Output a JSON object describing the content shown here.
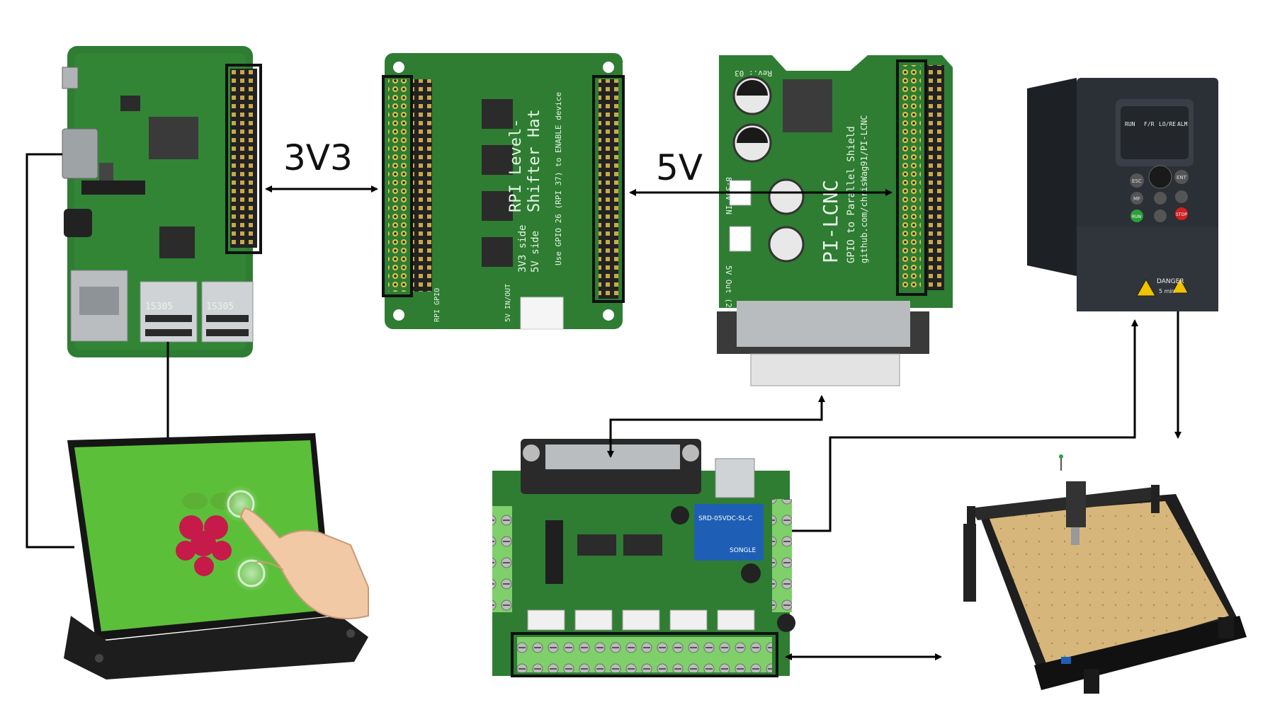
{
  "labels": {
    "link_pi_levelshifter": "3V3",
    "link_levelshifter_pilcnc": "5V"
  },
  "components": {
    "level_shifter": {
      "title": "RPI Level-",
      "title2": "Shifter Hat",
      "note": "Use GPIO 26 (RPI 37) to ENABLE device",
      "side_a": "3V3 side",
      "side_b": "5V side",
      "foot_a": "RPI GPIO",
      "foot_b": "5V IN/OUT"
    },
    "parallel_shield": {
      "title": "PI-LCNC",
      "subtitle": "GPIO to Parallel Shield",
      "url": "github.com/chrisWag91/PI-LCNC",
      "rev": "Rev.: 03",
      "power_in": "8-35V IN",
      "power_out": "5V Out (2A)"
    },
    "vfd": {
      "danger": "DANGER",
      "minutes": "5 min",
      "keys": [
        "ESC",
        "ENT",
        "MF",
        "RUN",
        "STOP"
      ],
      "leds": [
        "RUN",
        "F/R",
        "LO/RE",
        "ALM"
      ]
    },
    "breakout_board": {
      "relay": "SRD-05VDC-SL-C",
      "brand": "SONGLE"
    },
    "usb_labels": [
      "1S305",
      "1S305"
    ]
  },
  "colors": {
    "pcb_green": "#2e7d32",
    "pcb_dark": "#1f5f25",
    "outline": "#111111",
    "screen_green": "#5cbf3a",
    "vfd_body": "#2b2f36",
    "warning_yellow": "#f2c200",
    "cnc_bed": "#d7b67c"
  }
}
